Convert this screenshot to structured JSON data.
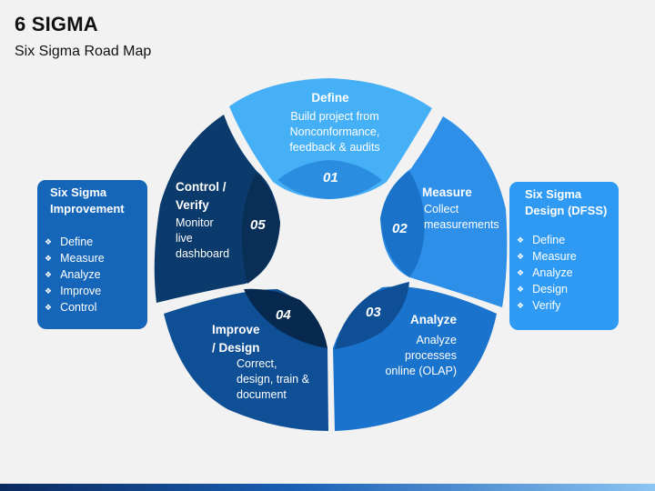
{
  "header": {
    "title": "6 SIGMA",
    "subtitle": "Six Sigma Road Map"
  },
  "left_panel": {
    "title_line1": "Six Sigma",
    "title_line2": "Improvement",
    "items": [
      "Define",
      "Measure",
      "Analyze",
      "Improve",
      "Control"
    ],
    "color": "#1566b8"
  },
  "right_panel": {
    "title_line1": "Six Sigma",
    "title_line2": "Design (DFSS)",
    "items": [
      "Define",
      "Measure",
      "Analyze",
      "Design",
      "Verify"
    ],
    "color": "#2e9af3"
  },
  "segments": [
    {
      "number": "01",
      "title_lines": [
        "Define"
      ],
      "text_lines": [
        "Build project from",
        "Nonconformance,",
        "feedback & audits"
      ],
      "color": "#46b0f7"
    },
    {
      "number": "02",
      "title_lines": [
        "Measure"
      ],
      "text_lines": [
        "Collect",
        "measurements"
      ],
      "color": "#2e8fe9"
    },
    {
      "number": "03",
      "title_lines": [
        "Analyze"
      ],
      "text_lines": [
        "Analyze",
        "processes",
        "online (OLAP)"
      ],
      "color": "#1a73cc"
    },
    {
      "number": "04",
      "title_lines": [
        "Improve",
        "/ Design"
      ],
      "text_lines": [
        "Correct,",
        "design, train &",
        "document"
      ],
      "color": "#0f4f95"
    },
    {
      "number": "05",
      "title_lines": [
        "Control /",
        "Verify"
      ],
      "text_lines": [
        "Monitor",
        "live",
        "dashboard"
      ],
      "color": "#0b3a6c"
    }
  ]
}
